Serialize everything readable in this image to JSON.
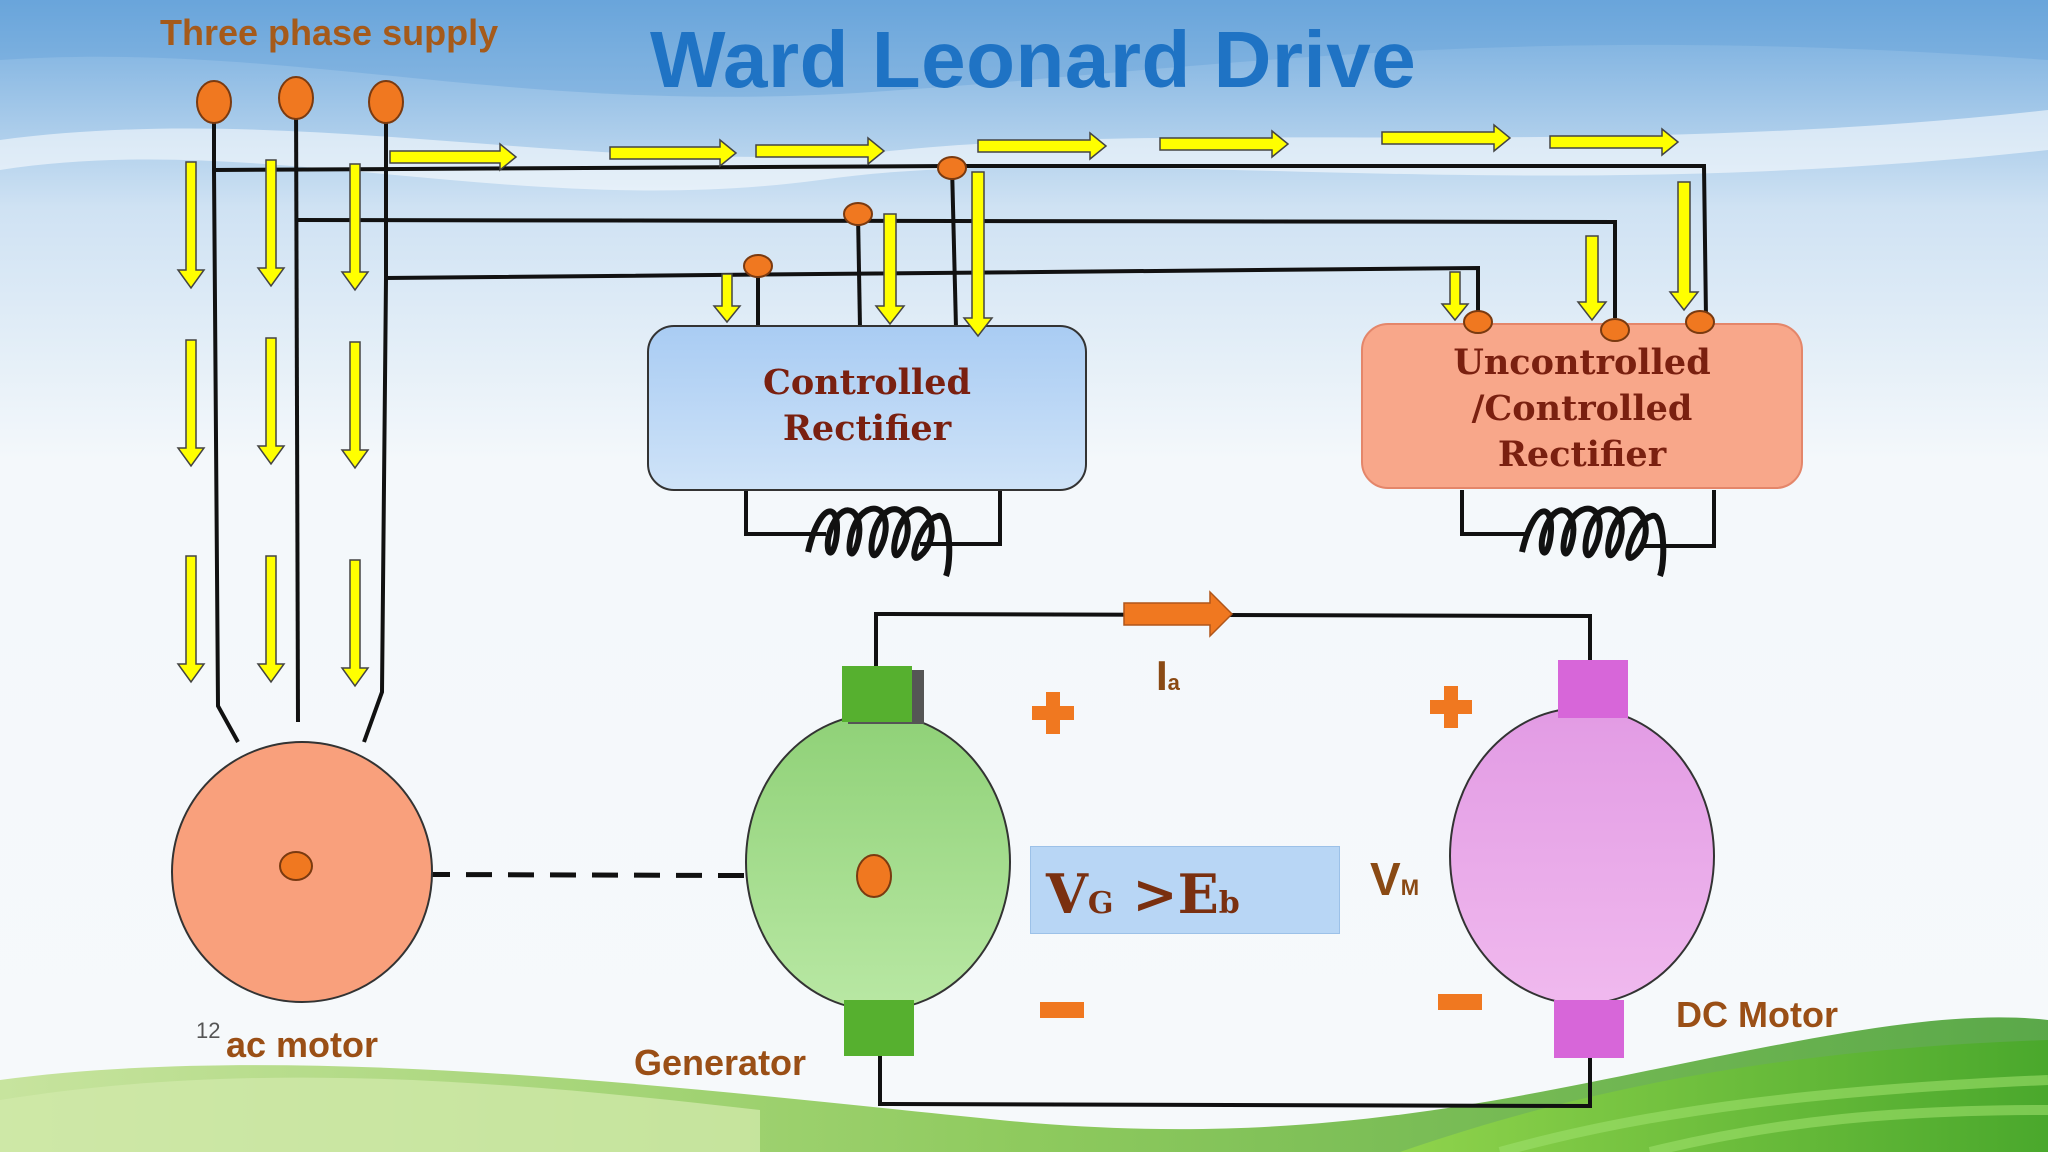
{
  "title": "Ward Leonard Drive",
  "supply_label": "Three phase supply",
  "controlled_rectifier": {
    "line1": "Controlled",
    "line2": "Rectifier"
  },
  "field_rectifier": {
    "line1": "Uncontrolled",
    "line2": "/Controlled",
    "line3": "Rectifier"
  },
  "ac_motor_label": "ac motor",
  "slide_number": "12",
  "generator_label": "Generator",
  "dc_motor_label": "DC Motor",
  "equation": {
    "v": "V",
    "v_sub": "G",
    "rel": " >E",
    "e_sub": "b"
  },
  "motor_voltage": {
    "v": "V",
    "sub": "M"
  },
  "armature_current": {
    "i": "I",
    "sub": "a"
  },
  "colors": {
    "title": "#1f73c4",
    "power_flow_arrow": "#ffff00",
    "current_arrow": "#f07820",
    "ac_motor": "#f9a07c",
    "generator": "#a3dc88",
    "dc_motor": "#e8a6e8",
    "controlled_rectifier": "#bcd7f6",
    "field_rectifier": "#f8a78a"
  }
}
